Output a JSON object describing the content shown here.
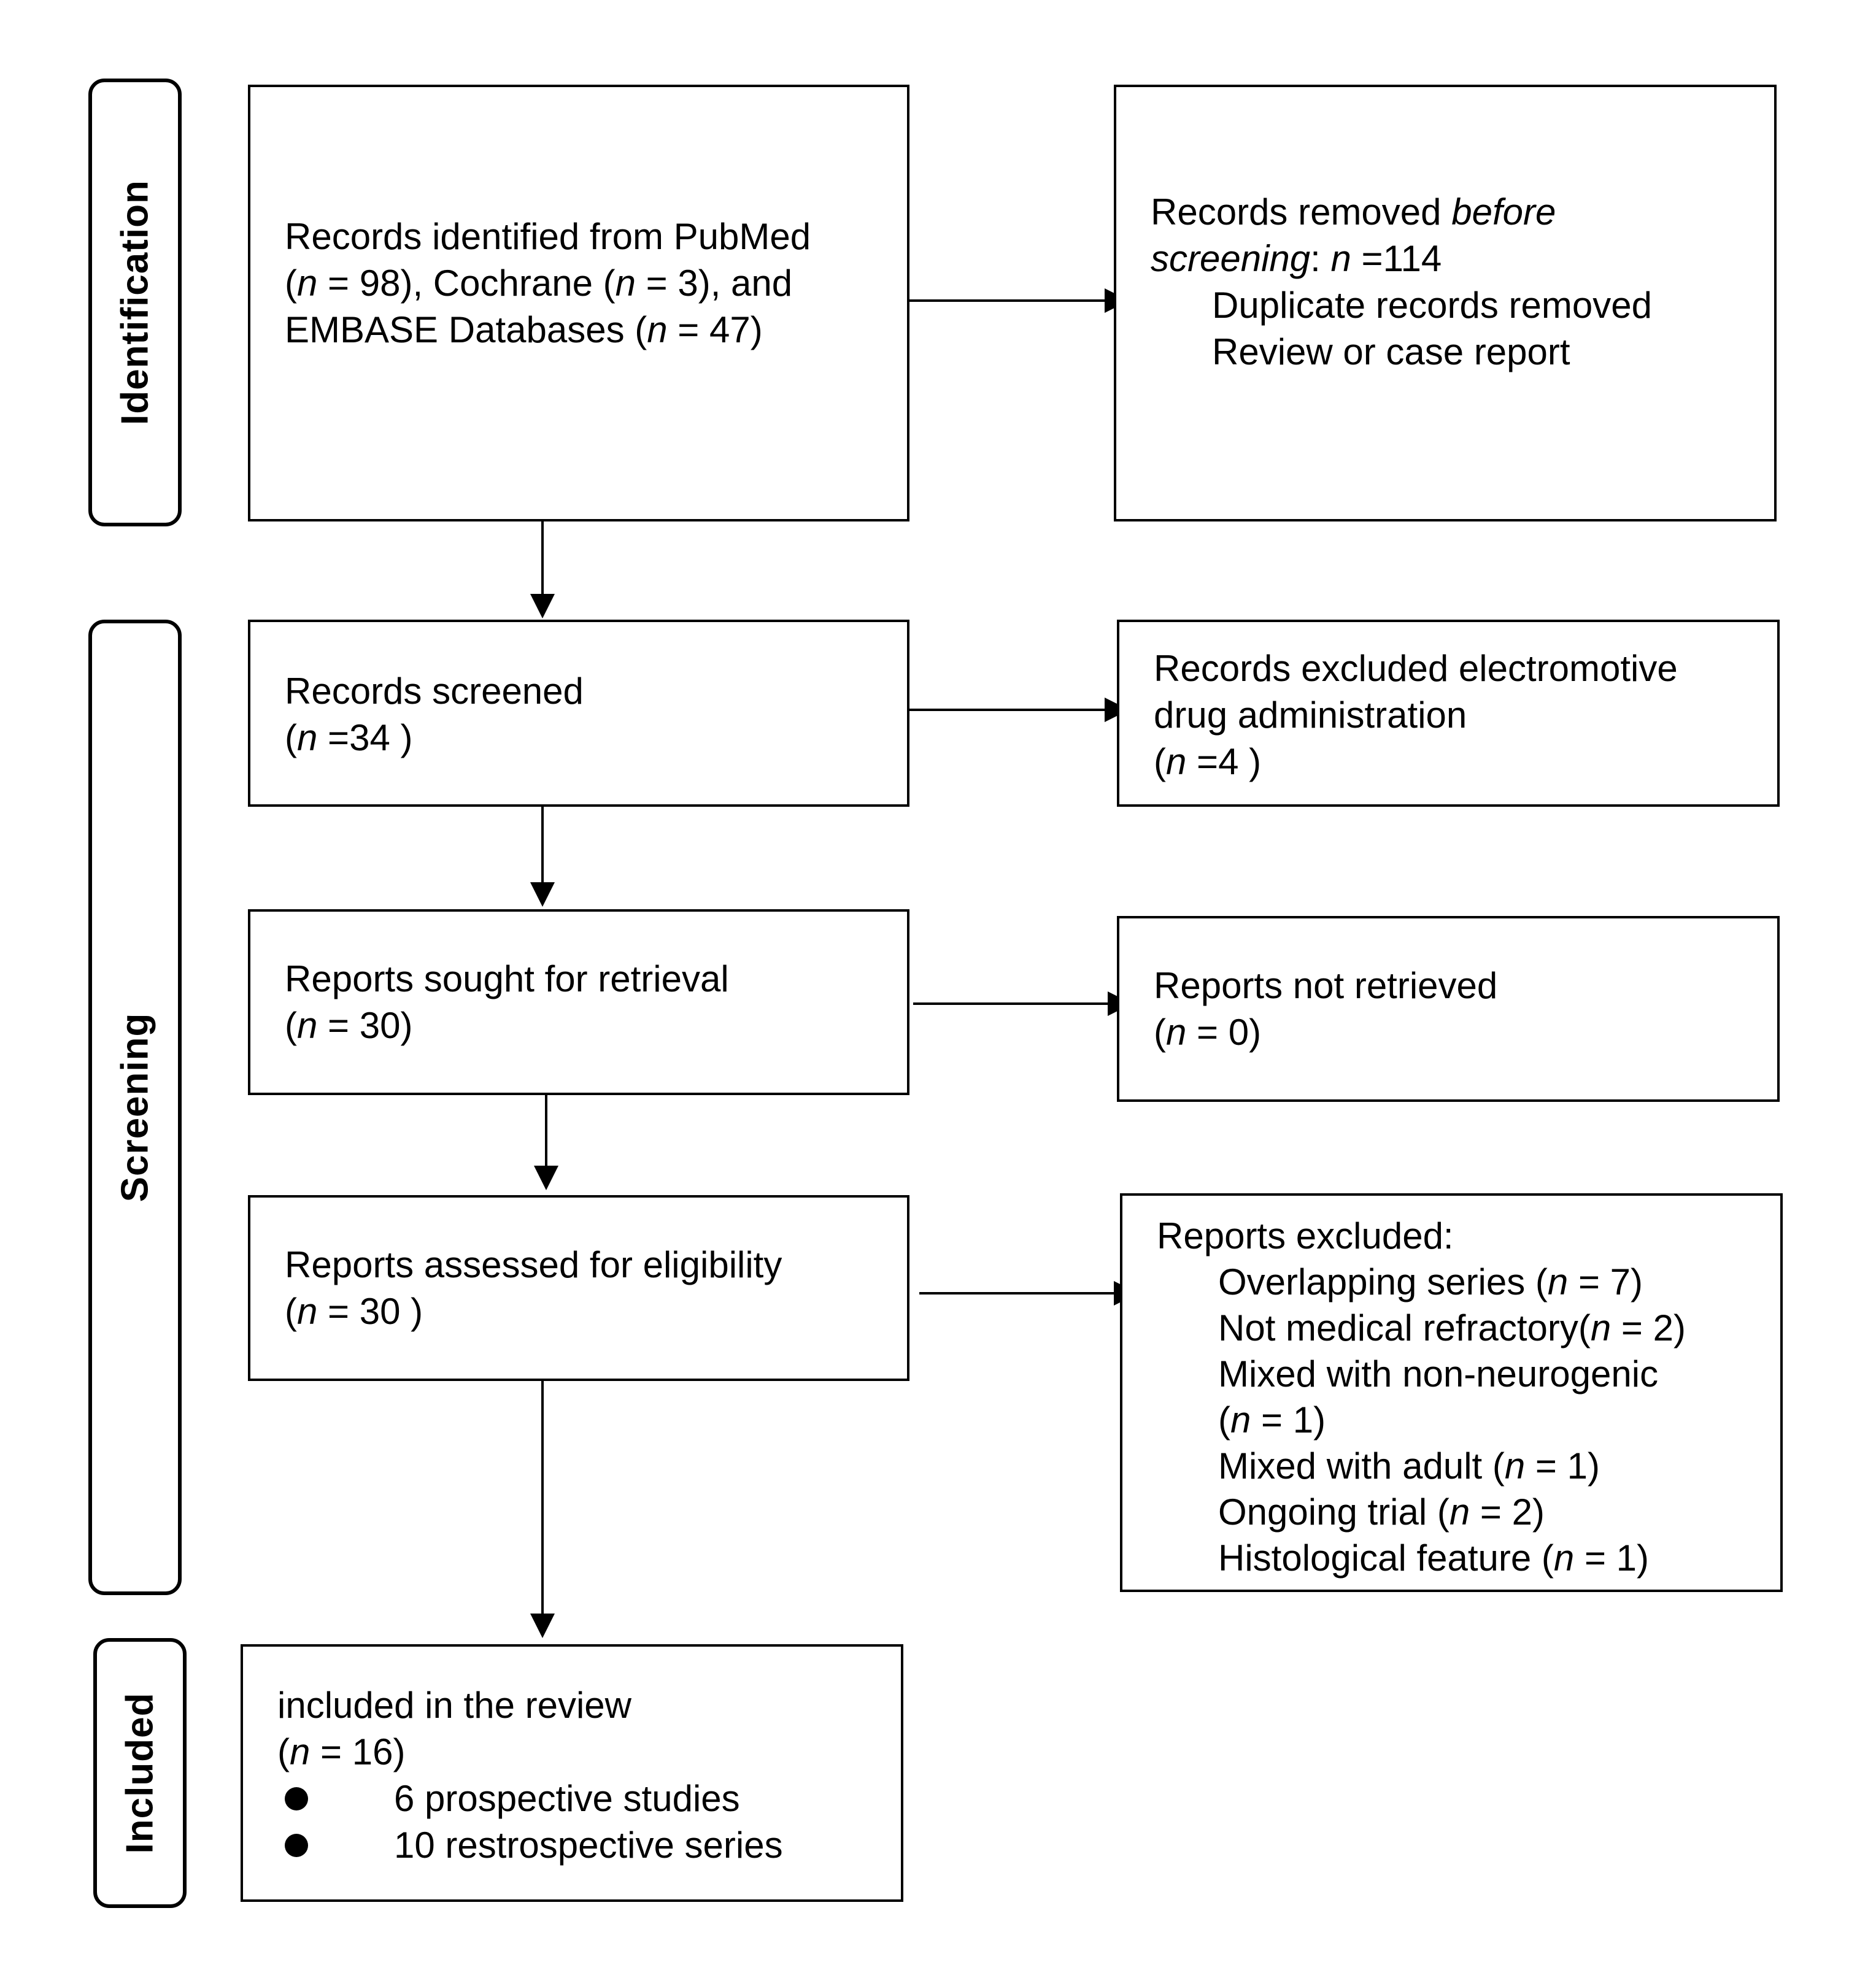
{
  "phases": {
    "identification": "Identification",
    "screening": "Screening",
    "included": "Included"
  },
  "identification_box": {
    "line1": "Records identified from PubMed",
    "l2_a": "(",
    "l2_n": "n",
    "l2_b": " = 98), Cochrane (",
    "l2_n2": "n",
    "l2_c": " = 3), and",
    "l3_a": "EMBASE Databases (",
    "l3_n": "n",
    "l3_b": " = 47)"
  },
  "removed_box": {
    "l1_a": "Records removed ",
    "l1_i": "before",
    "l2_i": "screening",
    "l2_a": ": ",
    "l2_n": "n",
    "l2_b": " =114",
    "item1": "Duplicate records removed",
    "item2": "Review or case report"
  },
  "screened_box": {
    "line1": "Records screened",
    "l2_a": "(",
    "l2_n": "n",
    "l2_b": " =34 )"
  },
  "excluded_records_box": {
    "line1": "Records excluded electromotive",
    "line2": "drug administration",
    "l3_a": "(",
    "l3_n": "n",
    "l3_b": " =4 )"
  },
  "sought_box": {
    "line1": "Reports sought for retrieval",
    "l2_a": "(",
    "l2_n": "n",
    "l2_b": " = 30)"
  },
  "not_retrieved_box": {
    "line1": "Reports not retrieved",
    "l2_a": "(",
    "l2_n": "n",
    "l2_b": " = 0)"
  },
  "assessed_box": {
    "line1": "Reports assessed for eligibility",
    "l2_a": "(",
    "l2_n": "n",
    "l2_b": " = 30 )"
  },
  "reports_excluded_box": {
    "title": "Reports excluded:",
    "r1_a": "Overlapping series (",
    "r1_n": "n",
    "r1_b": " = 7)",
    "r2_a": "Not medical refractory(",
    "r2_n": "n",
    "r2_b": " = 2)",
    "r3_a": "Mixed with non-neurogenic",
    "r4_a": "(",
    "r4_n": "n",
    "r4_b": " = 1)",
    "r5_a": "Mixed with adult (",
    "r5_n": "n",
    "r5_b": " = 1)",
    "r6_a": "Ongoing trial (",
    "r6_n": "n",
    "r6_b": " = 2)",
    "r7_a": "Histological feature (",
    "r7_n": "n",
    "r7_b": " = 1)"
  },
  "included_box": {
    "line1": "included in the review",
    "l2_a": "(",
    "l2_n": "n",
    "l2_b": " = 16)",
    "bullets": [
      "6 prospective studies",
      "10 restrospective series"
    ]
  }
}
